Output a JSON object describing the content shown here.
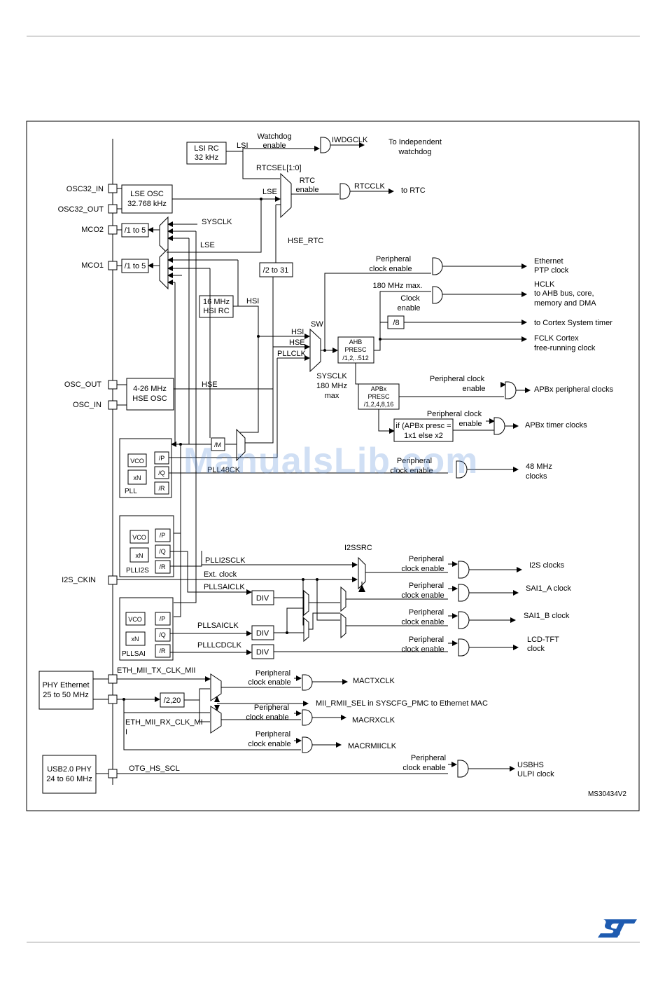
{
  "diagram": {
    "signals": {
      "lsi": "LSI",
      "watchdog_enable": [
        "Watchdog",
        "enable"
      ],
      "iwdgclk": "IWDGCLK",
      "to_independent_watchdog": [
        "To Independent",
        "watchdog"
      ],
      "rtcsel": "RTCSEL[1:0]",
      "rtc_enable": [
        "RTC",
        "enable"
      ],
      "rtcclk": "RTCCLK",
      "to_rtc": "to RTC",
      "lse": "LSE",
      "lse2": "LSE",
      "sysclk_mco": "SYSCLK",
      "hse_rtc": "HSE_RTC",
      "hsi": "HSI",
      "hsi2": "HSI",
      "hse_in": "HSE",
      "hse_sw": "HSE",
      "pllclk": "PLLCLK",
      "sw": "SW",
      "sysclk_label": [
        "SYSCLK",
        "180 MHz",
        "max"
      ],
      "pll48clk": "PLL48CK",
      "plli2sclk": "PLLI2SCLK",
      "ext_clock": "Ext. clock",
      "pllsaiclk1": "PLLSAICLK",
      "pllsaiclk2": "PLLSAICLK",
      "plllcdclk": "PLLLCDCLK",
      "i2ssrc": "I2SSRC",
      "eth_tx": "ETH_MII_TX_CLK_MII",
      "eth_rx": [
        "ETH_MII_RX_CLK_MI",
        "I"
      ],
      "otg_hs_scl": "OTG_HS_SCL",
      "mii_rmii_sel": "MII_RMII_SEL in SYSCFG_PMC to Ethernet MAC"
    },
    "pins": {
      "osc32_in": "OSC32_IN",
      "osc32_out": "OSC32_OUT",
      "mco2": "MCO2",
      "mco1": "MCO1",
      "osc_out": "OSC_OUT",
      "osc_in": "OSC_IN",
      "i2s_ckin": "I2S_CKIN"
    },
    "blocks": {
      "lsi_rc": [
        "LSI RC",
        "32 kHz"
      ],
      "lse_osc": [
        "LSE OSC",
        "32.768 kHz"
      ],
      "mco2_div": "/1 to 5",
      "mco1_div": "/1 to 5",
      "rtc_div": "/2 to 31",
      "hsi_rc": [
        "16 MHz",
        "HSI RC"
      ],
      "hse_osc": [
        "4-26 MHz",
        "HSE OSC"
      ],
      "ahb_presc": [
        "AHB",
        "PRESC",
        "/1,2,..512"
      ],
      "apbx_presc": [
        "APBx",
        "PRESC",
        "/1,2,4,8,16"
      ],
      "div8": "/8",
      "apb_timer": [
        "if (APBx presc =",
        "1x1 else x2"
      ],
      "pll_m": "/M",
      "vco": "VCO",
      "xn": "xN",
      "p": "/P",
      "q": "/Q",
      "r": "/R",
      "pll": "PLL",
      "plli2s": "PLLI2S",
      "pllsai": "PLLSAI",
      "div": "DIV",
      "phy_ethernet": [
        "PHY Ethernet",
        "25 to 50 MHz"
      ],
      "div_2_20": "/2,20",
      "usb_phy": [
        "USB2.0 PHY",
        "24 to 60 MHz"
      ]
    },
    "outputs": {
      "ethernet_ptp": [
        "Ethernet",
        "PTP clock"
      ],
      "hclk": [
        "HCLK",
        "to AHB bus, core,",
        "memory and DMA"
      ],
      "cortex_timer": "to Cortex System timer",
      "fclk": [
        "FCLK Cortex",
        "free-running clock"
      ],
      "apbx_periph": "APBx peripheral clocks",
      "apbx_timer": "APBx timer clocks",
      "mhz48": [
        "48 MHz",
        "clocks"
      ],
      "i2s_clocks": "I2S clocks",
      "sai1_a": "SAI1_A clock",
      "sai1_b": "SAI1_B clock",
      "lcd_tft": [
        "LCD-TFT",
        "clock"
      ],
      "mactxclk": "MACTXCLK",
      "macrxclk": "MACRXCLK",
      "macrmiiclk": "MACRMIICLK",
      "usbhs": [
        "USBHS",
        "ULPI clock"
      ]
    },
    "gates": {
      "periph_clock_enable": [
        "Peripheral",
        "clock enable"
      ],
      "periph_clock_enable_apb": [
        "Peripheral clock",
        "enable"
      ],
      "clock_enable_180": [
        "180 MHz max.",
        "Clock",
        "enable"
      ]
    },
    "figure_id": "MS30434V2"
  },
  "watermark": "ManualsLib.com",
  "logo_colors": {
    "st_blue": "#1e5bb0"
  }
}
